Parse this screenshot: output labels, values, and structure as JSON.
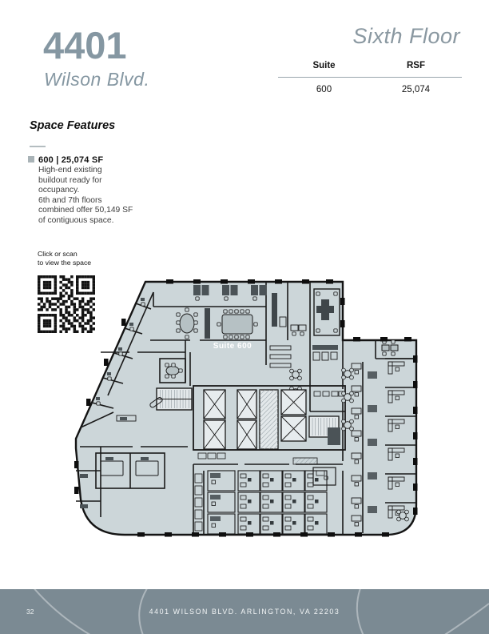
{
  "header": {
    "building_number": "4401",
    "street": "Wilson Blvd.",
    "floor_title": "Sixth Floor",
    "table": {
      "columns": [
        "Suite",
        "RSF"
      ],
      "rows": [
        [
          "600",
          "25,074"
        ]
      ]
    }
  },
  "features": {
    "heading": "Space Features",
    "item_title": "600 | 25,074 SF",
    "item_description": "High-end existing\nbuildout ready for\noccupancy.\n6th and 7th floors\ncombined offer 50,149 SF\nof contiguous space.",
    "qr_caption": "Click or scan\nto view the space"
  },
  "plan": {
    "suite_label": "Suite 600"
  },
  "footer": {
    "page_number": "32",
    "address": "4401 WILSON BLVD. ARLINGTON, VA 22203"
  },
  "colors": {
    "accent": "#8597a2",
    "floor_title": "#8a98a1",
    "plan_fill": "#ccd6d9",
    "wall": "#1a1a1a",
    "footer_bg": "#7b8a93",
    "table_rule": "#9aa6ad",
    "bullet": "#a9b3b7"
  },
  "qr": {
    "rows": [
      "111111101100101111111",
      "100000100111001000001",
      "101110101001101011101",
      "101110100110101011101",
      "101110101011001011101",
      "100000100100101000001",
      "111111101010101111111",
      "000000001101100000000",
      "110101111001011010011",
      "010110010110100110110",
      "101011101100110101101",
      "011010010011010110010",
      "110101101010011011101",
      "000000001011010010110",
      "111111101101101011010",
      "100000100110010110011",
      "101110101011011010110",
      "101110100101100101101",
      "101110101100110110010",
      "100000100111010011011",
      "111111101010011010110"
    ]
  }
}
